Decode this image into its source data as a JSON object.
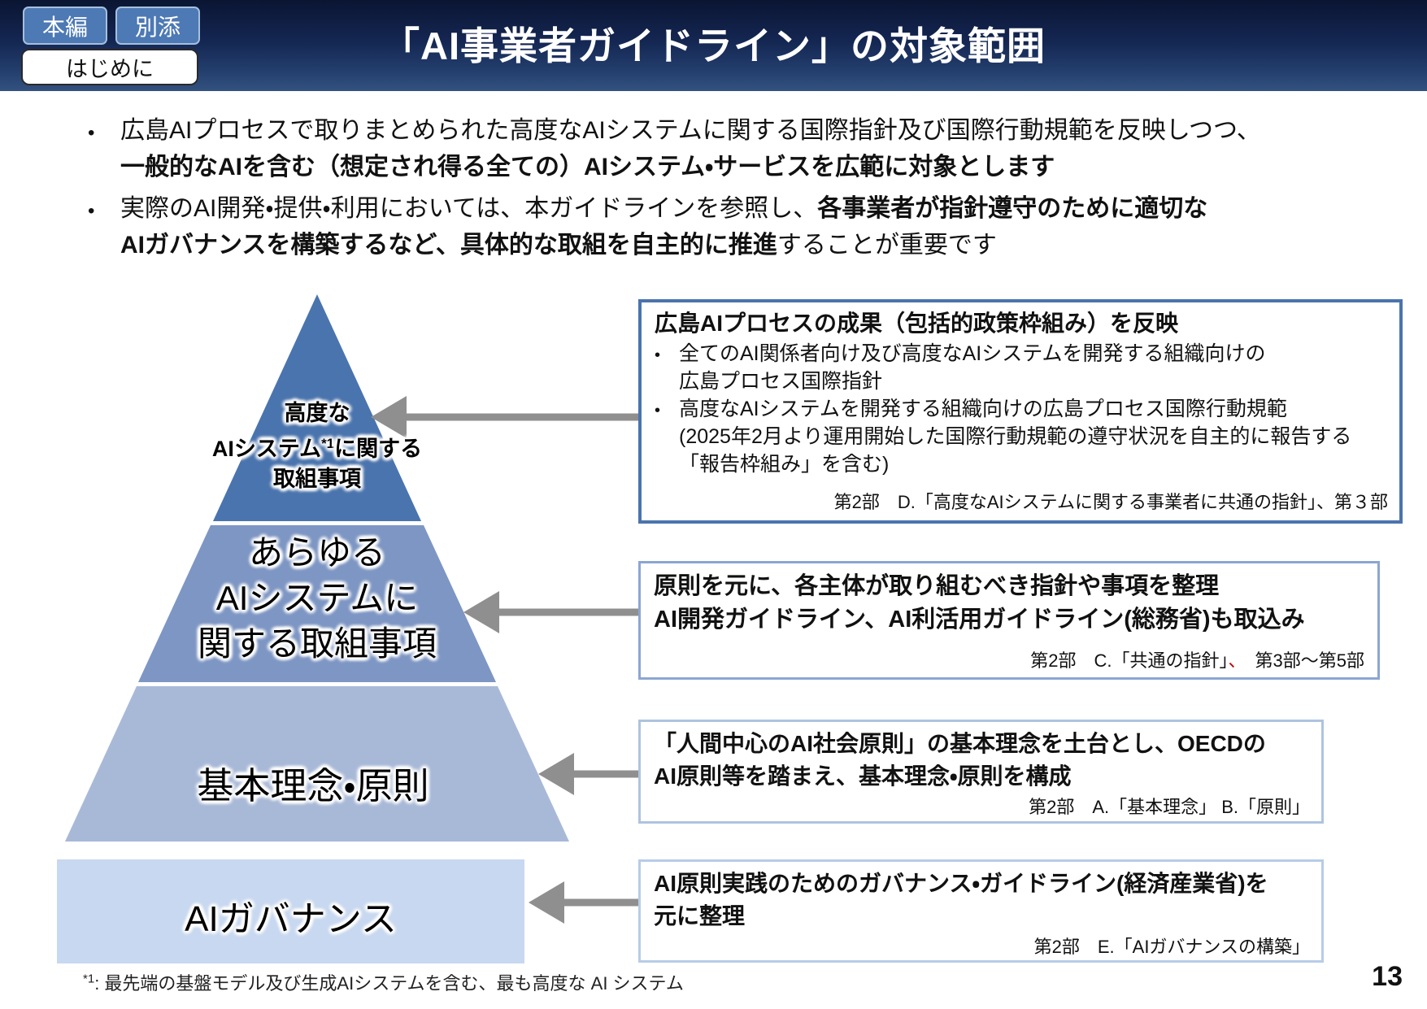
{
  "header": {
    "title": "「AI事業者ガイドライン」の対象範囲",
    "btn_honpen": "本編",
    "btn_betten": "別添",
    "btn_hajimeni": "はじめに"
  },
  "ui": {
    "bullet_marker": "•"
  },
  "intro": {
    "bullet1": {
      "regular": "広島AIプロセスで取りまとめられた高度なAIシステムに関する国際指針及び国際行動規範を反映しつつ、",
      "bold": "一般的なAIを含む（想定され得る全ての）AIシステム・サービスを広範に対象とします"
    },
    "bullet2": {
      "regular1": "実際のAI開発・提供・利用においては、本ガイドラインを参照し、",
      "bold1": "各事業者が指針遵守のために適切な",
      "bold2": "AIガバナンスを構築するなど、具体的な取組を自主的に推進",
      "regular2": "することが重要です"
    }
  },
  "pyramid": {
    "tier1": {
      "line1": "高度な",
      "line2_pre": "AIシステム",
      "line2_sup": "*1",
      "line2_post": "に関する",
      "line3": "取組事項"
    },
    "tier2": {
      "line1": "あらゆる",
      "line2": "AIシステムに",
      "line3": "関する取組事項"
    },
    "tier3": {
      "label": "基本理念・原則"
    },
    "governance": {
      "label": "AIガバナンス"
    }
  },
  "boxes": {
    "box1": {
      "title": "広島AIプロセスの成果（包括的政策枠組み）を反映",
      "bullet1_line1": "全てのAI関係者向け及び高度なAIシステムを開発する組織向けの",
      "bullet1_line2": "広島プロセス国際指針",
      "bullet2_line1": "高度なAIシステムを開発する組織向けの広島プロセス国際行動規範",
      "bullet2_line2": "(2025年2月より運用開始した国際行動規範の遵守状況を自主的に報告する",
      "bullet2_line3": "「報告枠組み」を含む)",
      "ref": "第2部　D.「高度なAIシステムに関する事業者に共通の指針」、第３部"
    },
    "box2": {
      "line1": "原則を元に、各主体が取り組むべき指針や事項を整理",
      "line2": "AI開発ガイドライン、AI利活用ガイドライン(総務省)も取込み",
      "ref_pre": "第2部　C.「共通の指針」",
      "ref_red": "、",
      "ref_post": "　第3部～第5部"
    },
    "box3": {
      "line1": "「人間中心のAI社会原則」の基本理念を土台とし、OECDの",
      "line2": "AI原則等を踏まえ、基本理念・原則を構成",
      "ref": "第2部　A.「基本理念」 B.「原則」"
    },
    "box4": {
      "line1": "AI原則実践のためのガバナンス・ガイドライン(経済産業省)を",
      "line2": "元に整理",
      "ref": "第2部　E.「AIガバナンスの構築」"
    }
  },
  "footnote": {
    "sup": "*1",
    "text": ": 最先端の基盤モデル及び生成AIシステムを含む、最も高度な AI システム"
  },
  "page_number": "13",
  "colors": {
    "header_top": "#0a1532",
    "header_bottom": "#33527f",
    "tab_fill": "#4d79b4",
    "tier1_fill": "#4a74ae",
    "tier2_fill": "#7d96c4",
    "tier3_fill": "#a8b9d8",
    "governance_fill": "#c7d8f0",
    "arrow_gray": "#8f8f8f",
    "box1_border": "#4a74ad",
    "box2_border": "#8ca6d2",
    "box3_border": "#aec3e0",
    "box4_border": "#b7cce8",
    "red_accent": "#c00000"
  }
}
